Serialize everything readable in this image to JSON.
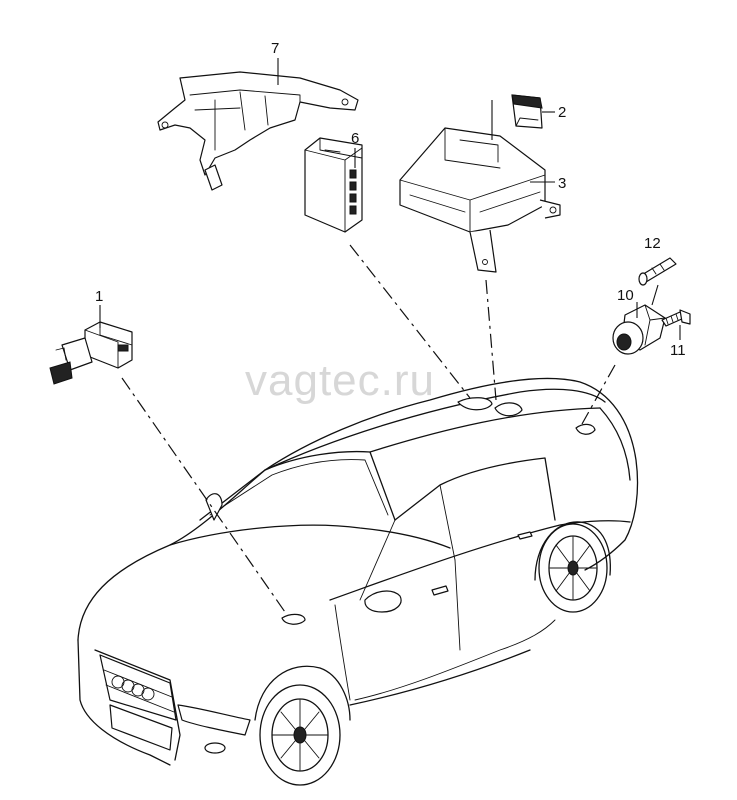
{
  "watermark": "vagtec.ru",
  "callouts": {
    "c1": "1",
    "c2": "2",
    "c3": "3",
    "c6": "6",
    "c7": "7",
    "c10": "10",
    "c11": "11",
    "c12": "12"
  }
}
